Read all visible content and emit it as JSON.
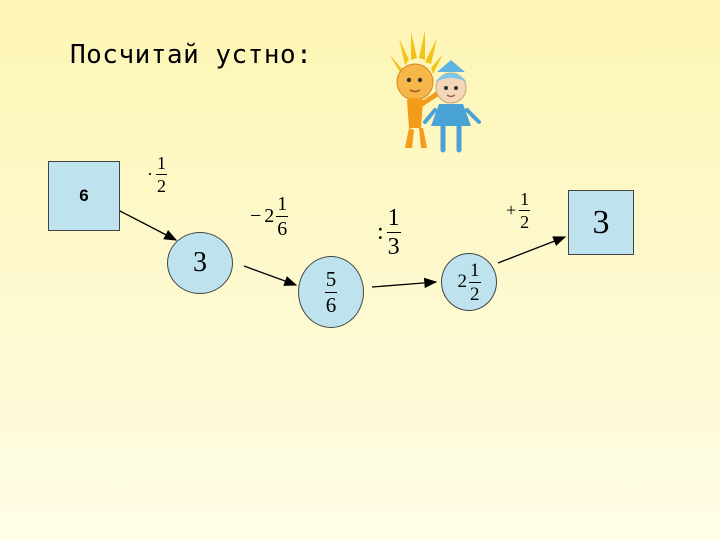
{
  "title": "Посчитай устно:",
  "start_value": "6",
  "end_value": "3",
  "steps": [
    {
      "op": "·",
      "whole": "",
      "num": "1",
      "den": "2"
    },
    {
      "op": "−",
      "whole": "2",
      "num": "1",
      "den": "6"
    },
    {
      "op": ":",
      "whole": "",
      "num": "1",
      "den": "3"
    },
    {
      "op": "+",
      "whole": "",
      "num": "1",
      "den": "2"
    }
  ],
  "results": [
    {
      "whole": "3",
      "num": "",
      "den": ""
    },
    {
      "whole": "",
      "num": "5",
      "den": "6"
    },
    {
      "whole": "2",
      "num": "1",
      "den": "2"
    }
  ],
  "colors": {
    "box_fill": "#bfe3ee",
    "background": "#fdf8c8"
  },
  "icons": [
    "olympic-mascots-illustration"
  ]
}
